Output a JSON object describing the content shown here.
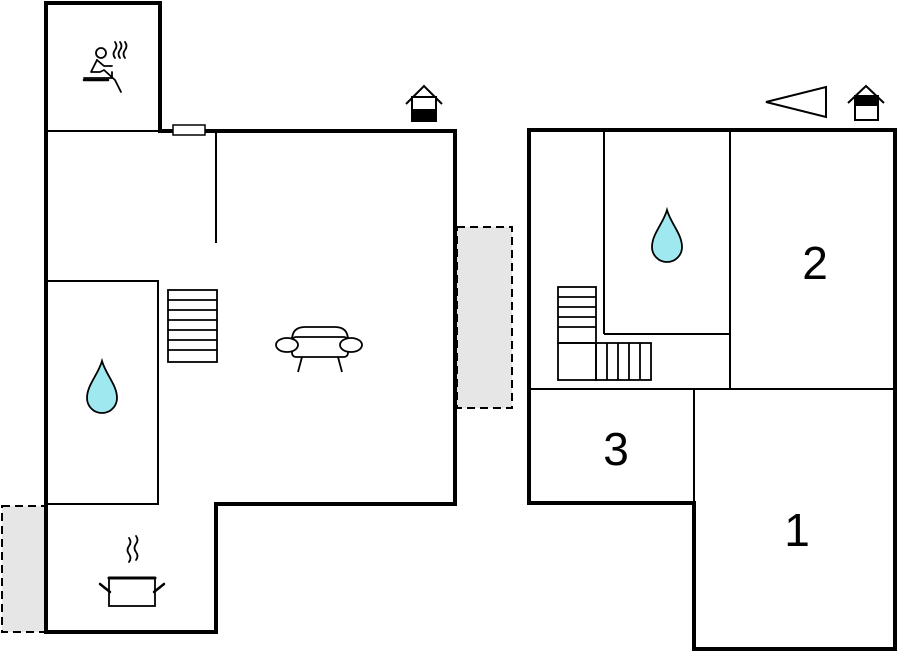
{
  "floor_plan": {
    "ground_floor": {
      "icons": [
        "sauna-icon",
        "stairs-icon",
        "sofa-icon",
        "water-drop-icon",
        "cooking-pot-icon",
        "house-icon"
      ],
      "terraces": 2
    },
    "upper_floor": {
      "rooms": [
        {
          "label": "2"
        },
        {
          "label": "3"
        },
        {
          "label": "1"
        }
      ],
      "icons": [
        "water-drop-icon",
        "stairs-icon",
        "compass-arrow-icon",
        "house-icon"
      ]
    },
    "colors": {
      "wall": "#000000",
      "terrace_fill": "#e6e6e6",
      "water": "#9fe8f0"
    }
  }
}
